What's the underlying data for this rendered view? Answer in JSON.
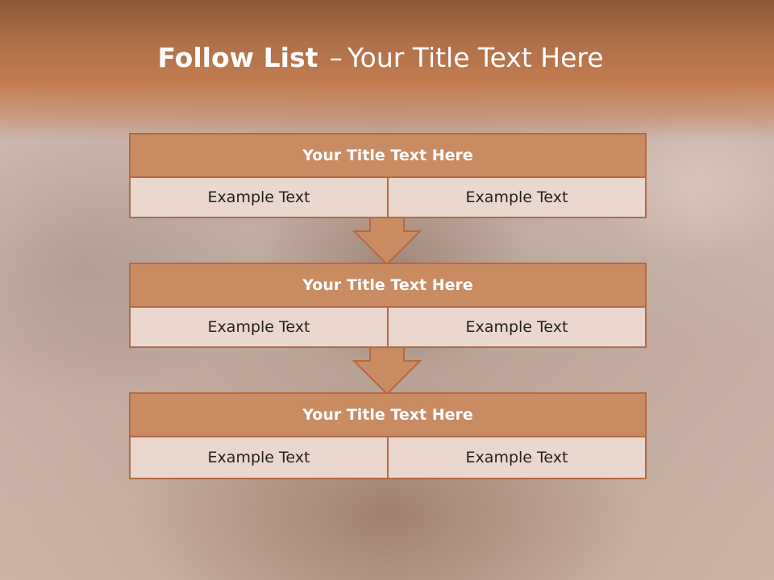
{
  "slide": {
    "title_bold": "Follow List",
    "title_dash": "–",
    "title_rest": "Your Title Text Here"
  },
  "blocks": [
    {
      "title": "Your Title Text Here",
      "left": "Example Text",
      "right": "Example Text"
    },
    {
      "title": "Your Title Text Here",
      "left": "Example Text",
      "right": "Example Text"
    },
    {
      "title": "Your Title Text Here",
      "left": "Example Text",
      "right": "Example Text"
    }
  ],
  "colors": {
    "header_band": "#c47d52",
    "block_head": "#c98b62",
    "block_border": "#b26a42",
    "cell_fill": "#ead7cd"
  }
}
